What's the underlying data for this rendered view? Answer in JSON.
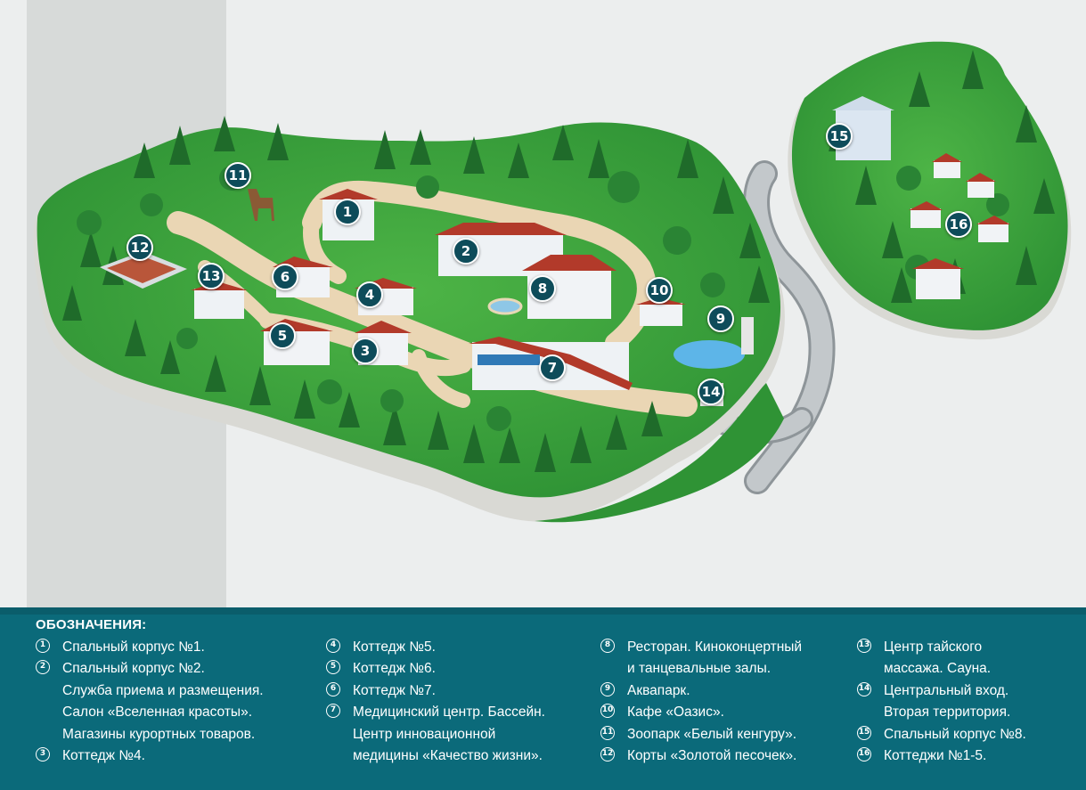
{
  "map": {
    "markers": [
      {
        "n": "1",
        "label": "Спальный корпус №1."
      },
      {
        "n": "2",
        "label": "Спальный корпус №2."
      },
      {
        "n": "3",
        "label": "Коттедж №4."
      },
      {
        "n": "4",
        "label": "Коттедж №5."
      },
      {
        "n": "5",
        "label": "Коттедж №6."
      },
      {
        "n": "6",
        "label": "Коттедж №7."
      },
      {
        "n": "7",
        "label": "Медицинский центр. Бассейн."
      },
      {
        "n": "8",
        "label": "Ресторан."
      },
      {
        "n": "9",
        "label": "Аквапарк."
      },
      {
        "n": "10",
        "label": "Кафе «Оазис»."
      },
      {
        "n": "11",
        "label": "Зоопарк «Белый кенгуру»."
      },
      {
        "n": "12",
        "label": "Корты «Золотой песочек»."
      },
      {
        "n": "13",
        "label": "Центр тайского массажа. Сауна."
      },
      {
        "n": "14",
        "label": "Центральный вход."
      },
      {
        "n": "15",
        "label": "Спальный корпус №8."
      },
      {
        "n": "16",
        "label": "Коттеджи №1-5."
      }
    ]
  },
  "legend": {
    "title": "ОБОЗНАЧЕНИЯ:",
    "columns": [
      [
        {
          "num": "1",
          "lines": [
            "Спальный корпус №1."
          ]
        },
        {
          "num": "2",
          "lines": [
            "Спальный корпус №2.",
            "Служба приема и размещения.",
            "Салон «Вселенная красоты».",
            "Магазины курортных товаров."
          ]
        },
        {
          "num": "3",
          "lines": [
            "Коттедж №4."
          ]
        }
      ],
      [
        {
          "num": "4",
          "lines": [
            "Коттедж №5."
          ]
        },
        {
          "num": "5",
          "lines": [
            "Коттедж №6."
          ]
        },
        {
          "num": "6",
          "lines": [
            "Коттедж №7."
          ]
        },
        {
          "num": "7",
          "lines": [
            "Медицинский центр. Бассейн.",
            "Центр инновационной",
            "медицины «Качество жизни»."
          ]
        }
      ],
      [
        {
          "num": "8",
          "lines": [
            "Ресторан. Киноконцертный",
            "и танцевальные залы."
          ]
        },
        {
          "num": "9",
          "lines": [
            "Аквапарк."
          ]
        },
        {
          "num": "10",
          "lines": [
            "Кафе «Оазис»."
          ]
        },
        {
          "num": "11",
          "lines": [
            "Зоопарк «Белый кенгуру»."
          ]
        },
        {
          "num": "12",
          "lines": [
            "Корты «Золотой песочек»."
          ]
        }
      ],
      [
        {
          "num": "13",
          "lines": [
            "Центр тайского",
            "массажа. Сауна."
          ]
        },
        {
          "num": "14",
          "lines": [
            "Центральный вход.",
            "Вторая территория."
          ]
        },
        {
          "num": "15",
          "lines": [
            "Спальный корпус №8."
          ]
        },
        {
          "num": "16",
          "lines": [
            "Коттеджи №1-5."
          ]
        }
      ]
    ]
  },
  "colors": {
    "marker_fill": "#0e4c5a",
    "legend_bg": "#0b6a7a",
    "grass": "#3aa33a",
    "wall": "#dcdcd8",
    "path": "#ead6b4",
    "road": "#b9bec2",
    "roof": "#b23a2a"
  }
}
